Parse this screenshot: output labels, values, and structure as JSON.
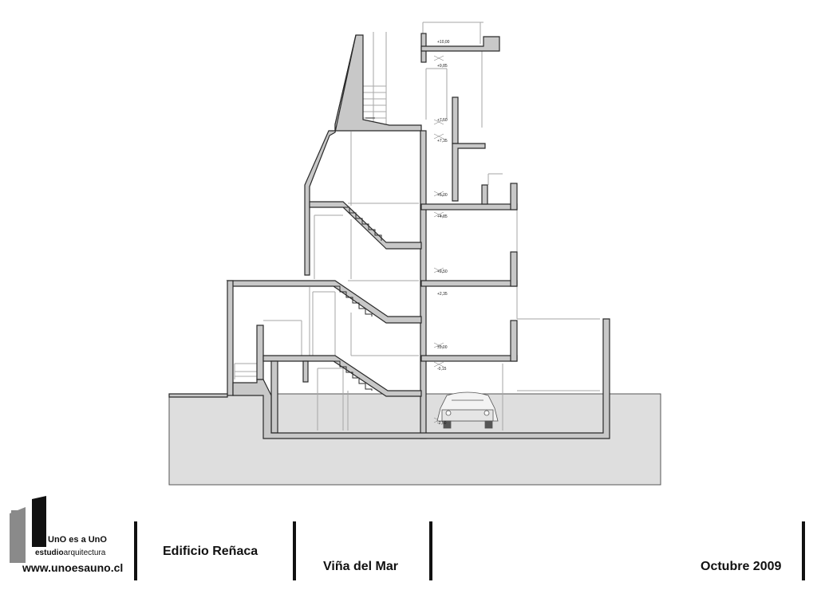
{
  "drawing": {
    "levels": [
      "+10,00",
      "+9,85",
      "+7,50",
      "+7,35",
      "+5,00",
      "+4,85",
      "+2,50",
      "+2,35",
      "±0,00",
      "-0,15",
      "-2,50"
    ]
  },
  "footer": {
    "logo_line1": "UnO es a UnO",
    "logo_line2_bold": "estudio",
    "logo_line2_light": "arquitectura",
    "website": "www.unoesauno.cl",
    "project": "Edificio Reñaca",
    "location": "Viña del Mar",
    "date": "Octubre 2009"
  },
  "colors": {
    "wall_fill": "#c8c8c8",
    "wall_stroke": "#2a2a2a",
    "ground": "#dedede",
    "line": "#9a9a9a"
  }
}
